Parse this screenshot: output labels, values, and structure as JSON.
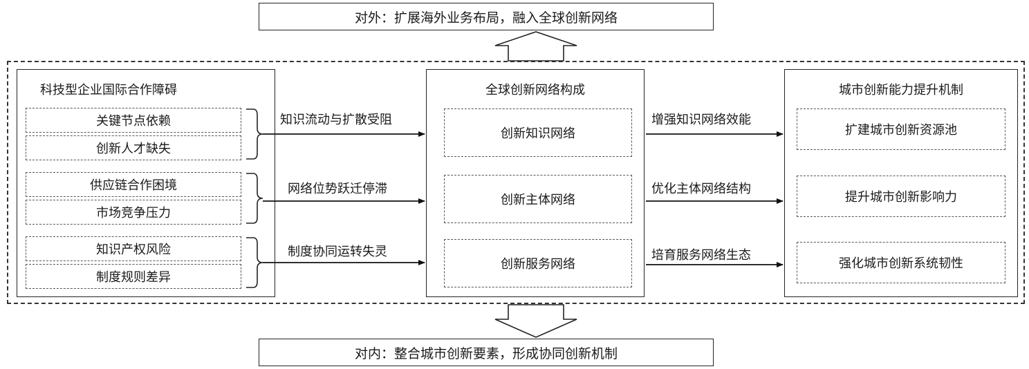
{
  "top_box": "对外：扩展海外业务布局，融入全球创新网络",
  "bottom_box": "对内：整合城市创新要素，形成协同创新机制",
  "left_panel": {
    "title": "科技型企业国际合作障碍",
    "items": [
      "关键节点依赖",
      "创新人才缺失",
      "供应链合作困境",
      "市场竞争压力",
      "知识产权风险",
      "制度规则差异"
    ]
  },
  "left_arrows": [
    "知识流动与扩散受阻",
    "网络位势跃迁停滞",
    "制度协同运转失灵"
  ],
  "center_panel": {
    "title": "全球创新网络构成",
    "items": [
      "创新知识网络",
      "创新主体网络",
      "创新服务网络"
    ]
  },
  "right_arrows": [
    "增强知识网络效能",
    "优化主体网络结构",
    "培育服务网络生态"
  ],
  "right_panel": {
    "title": "城市创新能力提升机制",
    "items": [
      "扩建城市创新资源池",
      "提升城市创新影响力",
      "强化城市创新系统韧性"
    ]
  }
}
